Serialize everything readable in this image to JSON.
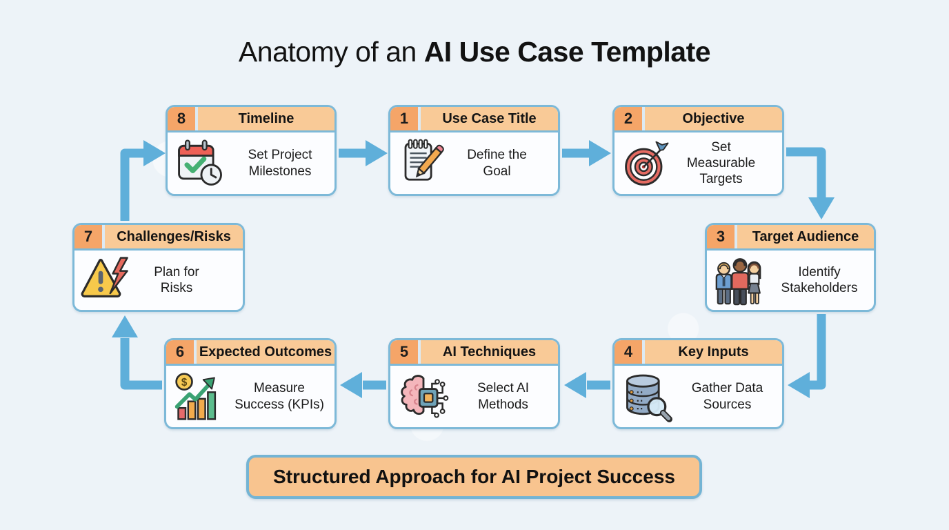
{
  "title": {
    "text_regular": "Anatomy of an ",
    "text_bold": "AI Use Case Template"
  },
  "steps": [
    {
      "number": "1",
      "title": "Use Case Title",
      "description": "Define the Goal",
      "icon": "notepad-pencil-icon"
    },
    {
      "number": "2",
      "title": "Objective",
      "description": "Set Measurable Targets",
      "icon": "target-dart-icon"
    },
    {
      "number": "3",
      "title": "Target Audience",
      "description": "Identify Stakeholders",
      "icon": "people-group-icon"
    },
    {
      "number": "4",
      "title": "Key Inputs",
      "description": "Gather Data Sources",
      "icon": "database-search-icon"
    },
    {
      "number": "5",
      "title": "AI Techniques",
      "description": "Select AI Methods",
      "icon": "brain-chip-icon"
    },
    {
      "number": "6",
      "title": "Expected Outcomes",
      "description": "Measure Success (KPIs)",
      "icon": "growth-chart-icon"
    },
    {
      "number": "7",
      "title": "Challenges/Risks",
      "description": "Plan for Risks",
      "icon": "warning-bolt-icon"
    },
    {
      "number": "8",
      "title": "Timeline",
      "description": "Set Project Milestones",
      "icon": "calendar-clock-icon"
    }
  ],
  "connections": [
    [
      "8",
      "1"
    ],
    [
      "1",
      "2"
    ],
    [
      "2",
      "3"
    ],
    [
      "3",
      "4"
    ],
    [
      "4",
      "5"
    ],
    [
      "5",
      "6"
    ],
    [
      "6",
      "7"
    ],
    [
      "7",
      "8"
    ]
  ],
  "banner": {
    "label": "Structured Approach for AI Project Success"
  },
  "colors": {
    "background": "#edf3f8",
    "card_border": "#7db9d8",
    "header_fill": "#f9ca97",
    "badge_fill": "#f5a568",
    "arrow": "#5fafda",
    "banner_fill": "#f8c48f",
    "text": "#1b1b1b"
  }
}
